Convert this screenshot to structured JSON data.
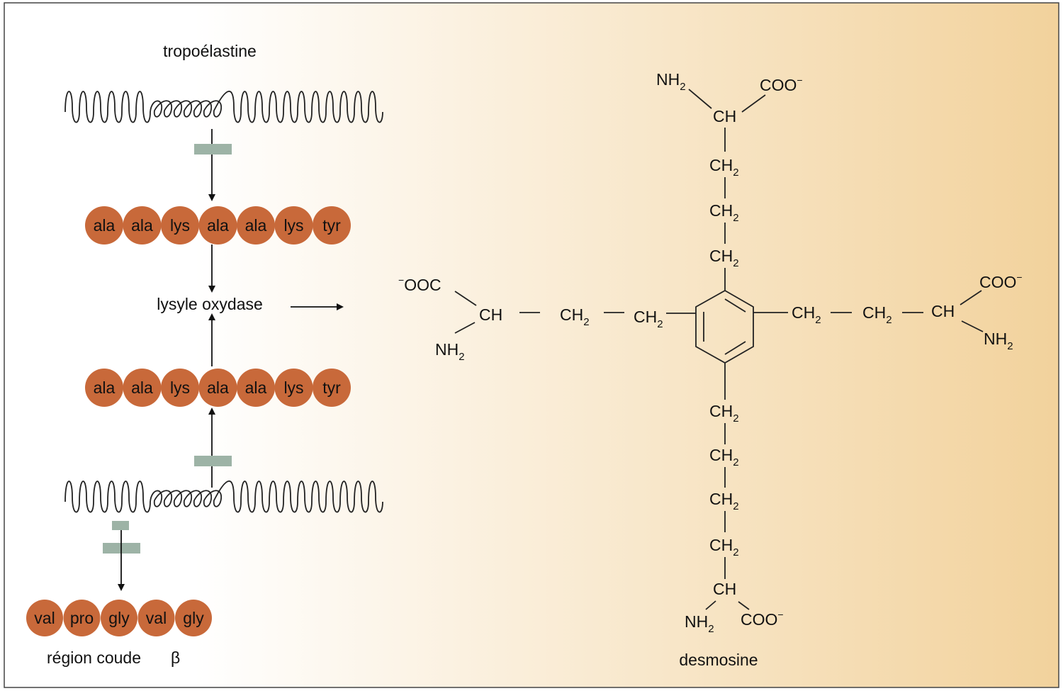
{
  "labels": {
    "tropoelastine": "tropoélastine",
    "lysyl_oxidase": "lysyle oxydase",
    "region_coude": "région coude",
    "beta": "β",
    "desmosine": "desmosine"
  },
  "chains": {
    "top": [
      "ala",
      "ala",
      "lys",
      "ala",
      "ala",
      "lys",
      "tyr"
    ],
    "middle": [
      "ala",
      "ala",
      "lys",
      "ala",
      "ala",
      "lys",
      "tyr"
    ],
    "bottom": [
      "val",
      "pro",
      "gly",
      "val",
      "gly"
    ]
  },
  "molecule": {
    "top_nh": "NH",
    "top_coo": "COO",
    "top_ch": "CH",
    "ch": "CH",
    "nh": "NH",
    "coo": "COO",
    "ooc": "OOC",
    "sub2": "2",
    "minus": "−"
  },
  "colors": {
    "bead": "#C8693A",
    "background_start": "#FFFFFF",
    "background_end": "#F2D29C",
    "bar": "#9DB3A6",
    "frame": "#444444"
  }
}
